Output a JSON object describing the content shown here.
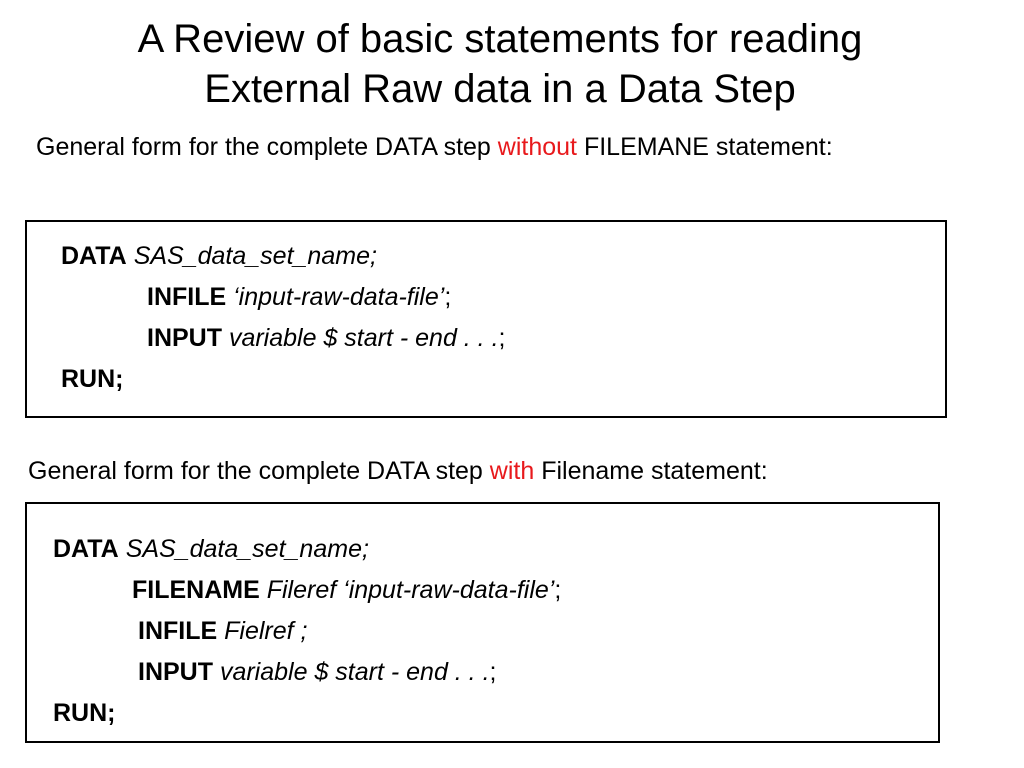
{
  "title": {
    "line1": "A Review of basic statements for reading",
    "line2": "External Raw data in a Data Step"
  },
  "section1": {
    "intro_before": "General form for the complete DATA step ",
    "intro_accent": "without",
    "intro_after": " FILEMANE statement:",
    "lines": [
      {
        "keyword": "DATA",
        "arg": "SAS_data_set_name;",
        "tail": ""
      },
      {
        "keyword": "INFILE",
        "arg": "‘input-raw-data-file’",
        "tail": ";"
      },
      {
        "keyword": "INPUT",
        "arg": "variable $ start - end . . .",
        "tail": ";"
      },
      {
        "keyword": "RUN;",
        "arg": "",
        "tail": ""
      }
    ]
  },
  "section2": {
    "intro_before": "General form for the complete DATA step ",
    "intro_accent": "with",
    "intro_after": " Filename statement:",
    "lines": [
      {
        "keyword": "DATA",
        "arg": "SAS_data_set_name;",
        "tail": ""
      },
      {
        "keyword": "FILENAME",
        "arg": "Fileref ‘input-raw-data-file’",
        "tail": ";"
      },
      {
        "keyword": "INFILE",
        "arg": "Fielref ;",
        "tail": ""
      },
      {
        "keyword": "INPUT",
        "arg": "variable $ start - end . . .",
        "tail": ";"
      },
      {
        "keyword": "RUN;",
        "arg": "",
        "tail": ""
      }
    ]
  },
  "colors": {
    "accent": "#e8191c",
    "text": "#000000",
    "background": "#ffffff"
  }
}
